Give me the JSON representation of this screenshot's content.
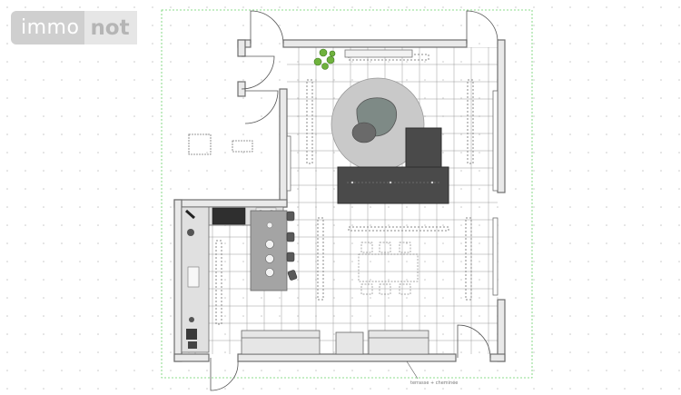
{
  "brand": {
    "left": "immo",
    "right": "not"
  },
  "annotation": {
    "text": "terrasse + cheminée"
  },
  "colors": {
    "wall": "#6e6e6e",
    "tile_line": "#9a9a9a",
    "site_boundary": "#6ad26a",
    "dot": "#c8c8c8",
    "rug": "#c9c9c9",
    "sofa": "#4a4a4a",
    "island": "#a4a4a4",
    "plant": "#6fb23d"
  },
  "icons": [
    "plant-icon",
    "sink-icon",
    "cooktop-icon",
    "stool-icon",
    "door-swing-icon"
  ]
}
